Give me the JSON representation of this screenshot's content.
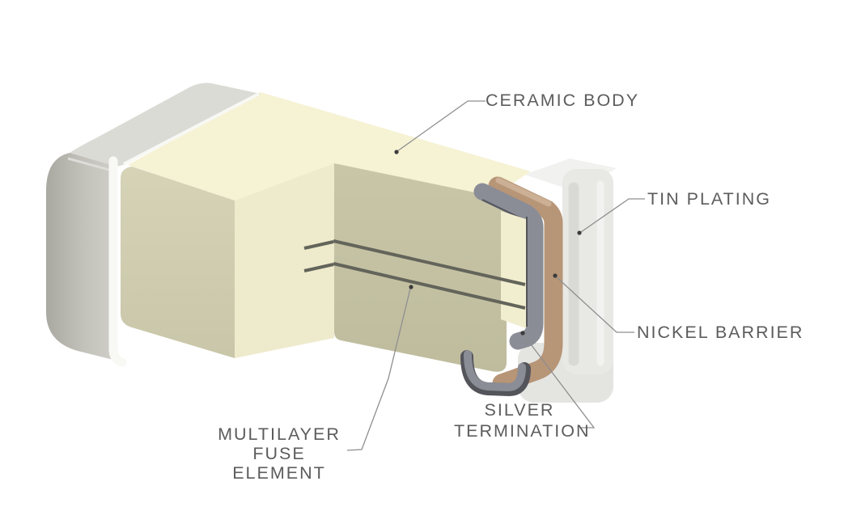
{
  "figure": {
    "type": "cutaway-3d-diagram",
    "subject": "Multilayer chip fuse construction cutaway",
    "labels": {
      "ceramic_body": "CERAMIC BODY",
      "tin_plating": "TIN PLATING",
      "nickel_barrier": "NICKEL BARRIER",
      "silver_termination_line1": "SILVER",
      "silver_termination_line2": "TERMINATION",
      "multilayer_fuse_line1": "MULTILAYER",
      "multilayer_fuse_line2": "FUSE ELEMENT"
    },
    "colors": {
      "background": "#ffffff",
      "ceramic_top": "#f6f2d4",
      "ceramic_side": "#d3d0b3",
      "ceramic_cut_inner": "#eeeacc",
      "ceramic_cut_face": "#c5c2a4",
      "ceramic_margin": "#f1edcf",
      "fuse_element": "#63645a",
      "silver": "#8a8d96",
      "silver_edge": "#54555b",
      "nickel": "#b79577",
      "nickel_highlight": "#ccb095",
      "tin": "#e8e9e5",
      "leader_line": "#8f8f8f",
      "label_text": "#5c5c5c",
      "dot": "#3c3c3c"
    }
  }
}
